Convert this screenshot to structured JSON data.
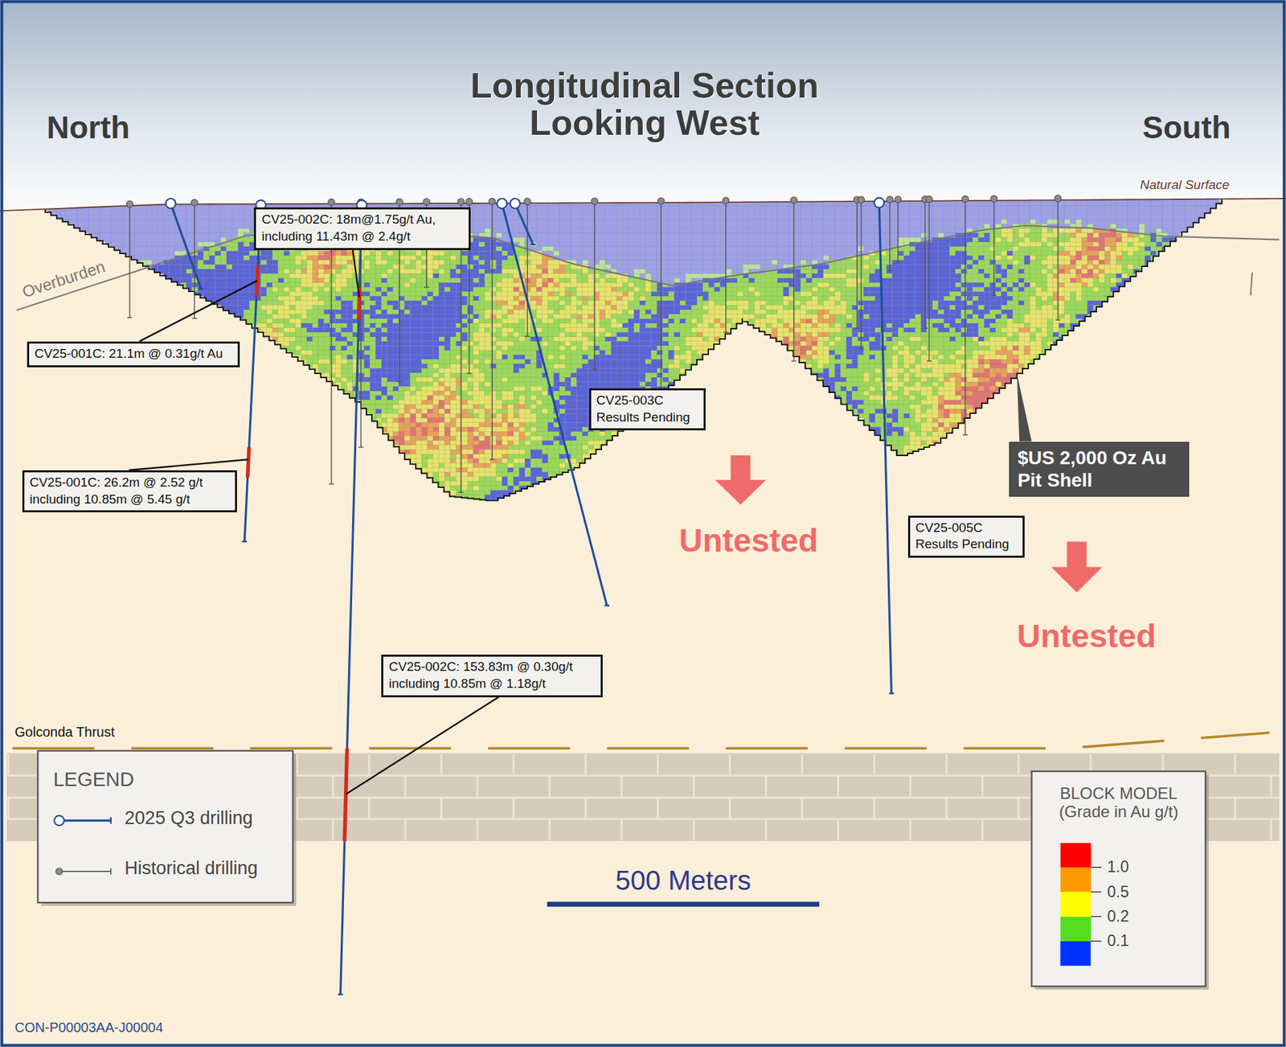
{
  "diagram": {
    "title": "Longitudinal Section Looking West",
    "nodes": [
      {
        "text": [
          "CV25-002C: 18m@1.75g/t Au, including 11.43m @ 2.4g/t"
        ]
      },
      {
        "text": [
          "CV25-001C: 21.1m @ 0.31g/t Au"
        ]
      },
      {
        "text": [
          "CV25-003C Results Pending"
        ]
      },
      {
        "text": [
          "$US 2,000 Oz Au Pit Shell"
        ]
      },
      {
        "text": [
          "CV25-001C: 26.2m @ 2.52 g/t including 10.85m @ 5.45 g/t"
        ]
      },
      {
        "text": [
          "CV25-005C Results Pending"
        ]
      },
      {
        "text": [
          "CV25-002C: 153.83m @ 0.30g/t including 10.85m @ 1.18g/t"
        ]
      }
    ],
    "labels": [
      "North",
      "South",
      "Natural Surface",
      "Overburden",
      "Untested",
      "Untested",
      "Golconda Thrust",
      "LEGEND",
      "BLOCK MODEL (Grade in Au g/t)",
      "500 Meters",
      "CON-P00003AA-J00004"
    ],
    "legend": [
      {
        "text": "2025 Q3 drilling"
      },
      {
        "text": "Historical drilling"
      },
      {
        "text": "1.0",
        "color": "#ff0000"
      },
      {
        "text": "0.5",
        "color": "#ff9900"
      },
      {
        "text": "0.2",
        "color": "#ffff00"
      },
      {
        "text": "0.1",
        "color": "#55dd22"
      }
    ]
  }
}
